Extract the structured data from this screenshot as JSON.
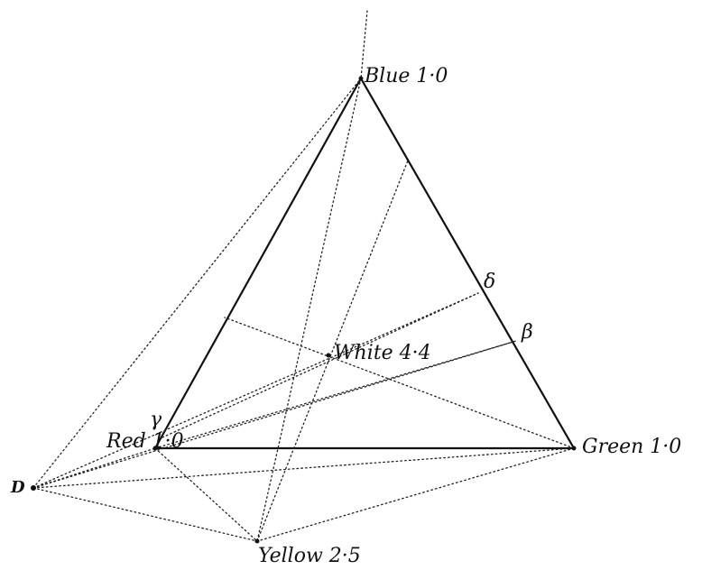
{
  "labels": {
    "blue": "Blue 1·0",
    "green": "Green 1·0",
    "red": "Red 1·0",
    "yellow": "Yellow 2·5",
    "white": "White 4·4",
    "d": "D",
    "delta": "δ",
    "beta": "β",
    "gamma": "γ"
  }
}
